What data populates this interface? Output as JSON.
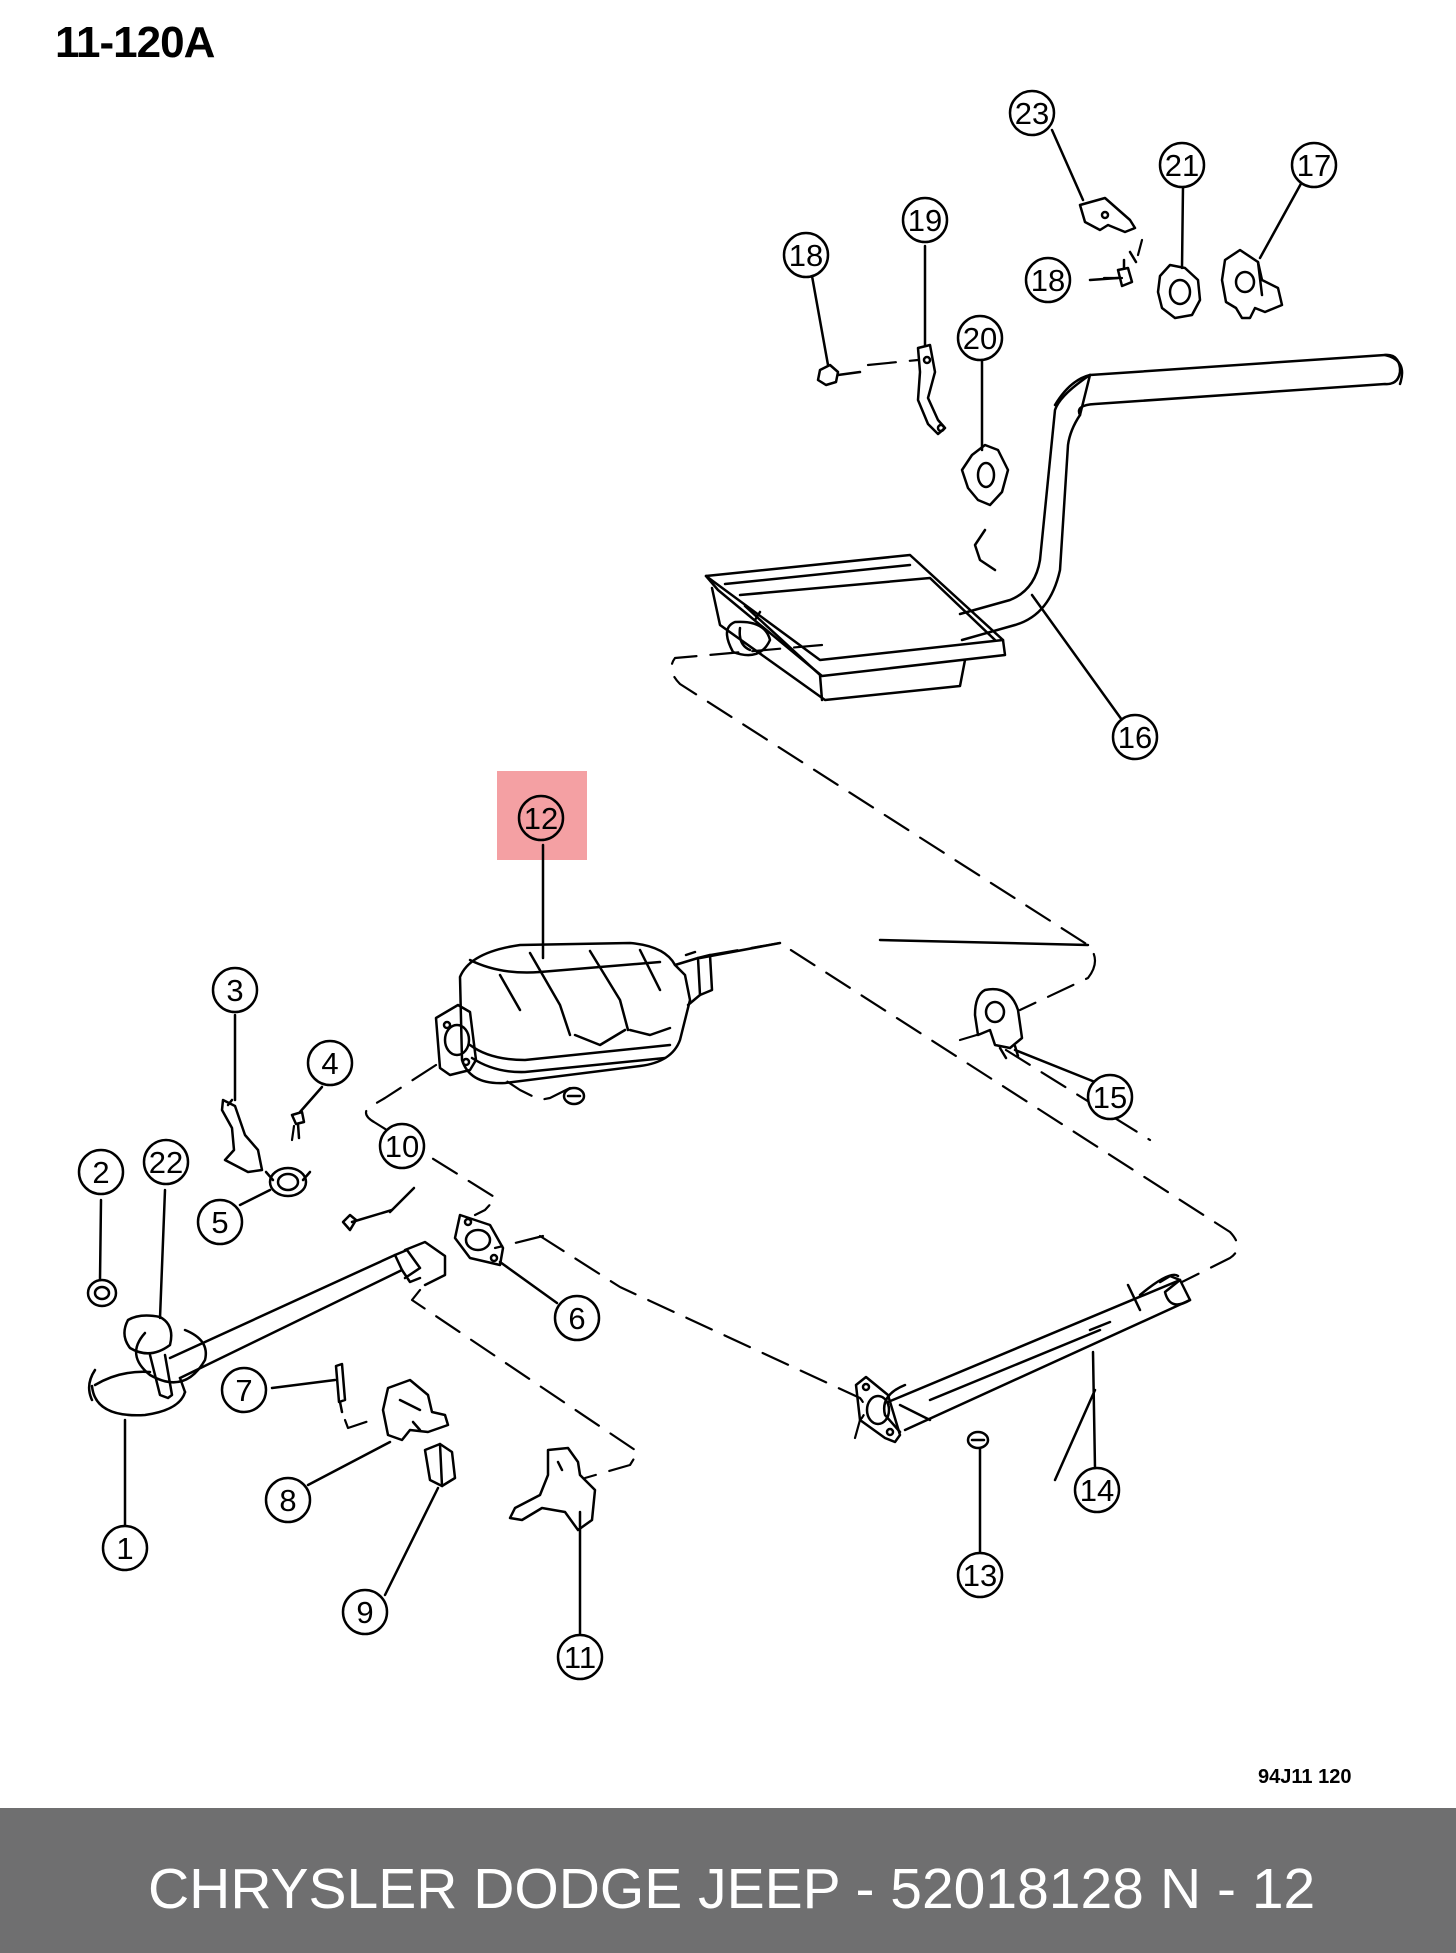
{
  "page_code": "11-120A",
  "drawing_code": "94J11 120",
  "footer": {
    "brand": "CHRYSLER DODGE JEEP",
    "separator": "-",
    "part_number": "52018128",
    "page": "N - 12"
  },
  "highlight_color": "#f4a0a3",
  "footer_color": "#6f6f70",
  "callouts": [
    {
      "id": "1",
      "label": "1"
    },
    {
      "id": "2",
      "label": "2"
    },
    {
      "id": "3",
      "label": "3"
    },
    {
      "id": "4",
      "label": "4"
    },
    {
      "id": "5",
      "label": "5"
    },
    {
      "id": "6",
      "label": "6"
    },
    {
      "id": "7",
      "label": "7"
    },
    {
      "id": "8",
      "label": "8"
    },
    {
      "id": "9",
      "label": "9"
    },
    {
      "id": "10",
      "label": "10"
    },
    {
      "id": "11",
      "label": "11"
    },
    {
      "id": "12",
      "label": "12",
      "highlighted": true
    },
    {
      "id": "13",
      "label": "13"
    },
    {
      "id": "14",
      "label": "14"
    },
    {
      "id": "15",
      "label": "15"
    },
    {
      "id": "16",
      "label": "16"
    },
    {
      "id": "17",
      "label": "17"
    },
    {
      "id": "18a",
      "label": "18"
    },
    {
      "id": "18b",
      "label": "18"
    },
    {
      "id": "19",
      "label": "19"
    },
    {
      "id": "20",
      "label": "20"
    },
    {
      "id": "21",
      "label": "21"
    },
    {
      "id": "22",
      "label": "22"
    },
    {
      "id": "23",
      "label": "23"
    }
  ]
}
